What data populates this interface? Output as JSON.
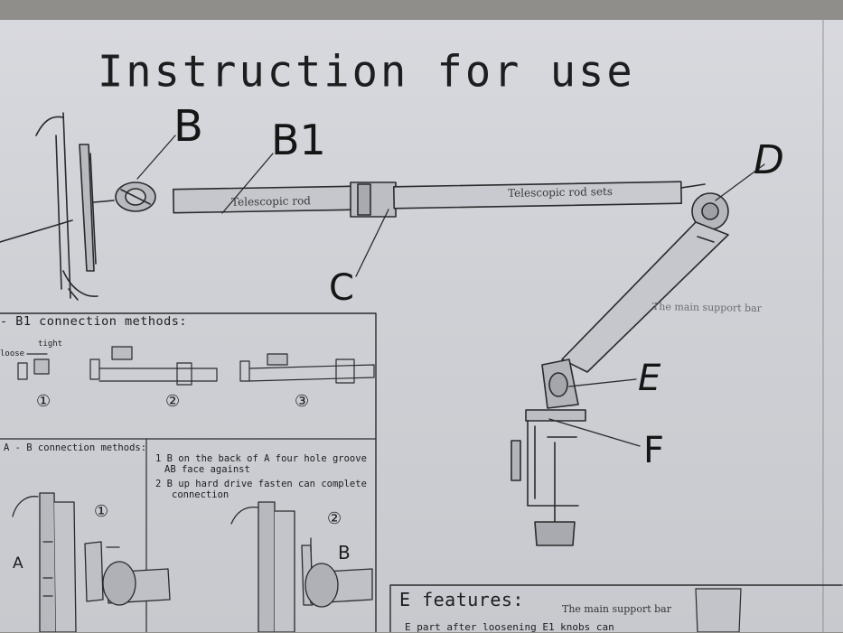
{
  "title": "Instruction for use",
  "labels": {
    "b": "B",
    "b1": "B1",
    "c": "C",
    "d": "D",
    "e": "E",
    "f": "F"
  },
  "rod_text": {
    "telescopic_rod": "Telescopic rod",
    "telescopic_rod_sets": "Telescopic rod sets",
    "main_support_bar_faint": "The main support bar"
  },
  "b1_section": {
    "heading": "- B1 connection methods:",
    "loose": "loose",
    "tight": "tight",
    "steps": [
      "①",
      "②",
      "③"
    ]
  },
  "ab_section": {
    "heading": "A - B connection methods:",
    "instruction_1a": "1 B on the back of A four hole groove",
    "instruction_1b": "AB face against",
    "instruction_2a": "2 B up hard drive fasten can complete",
    "instruction_2b": "connection",
    "label_a": "A",
    "label_b": "B",
    "step_1": "①",
    "step_2": "②"
  },
  "e_section": {
    "heading": "E features:",
    "main_support_bar": "The main support bar",
    "partial_text": "E part after loosening E1 knobs can"
  },
  "colors": {
    "paper": "#d4d5da",
    "ink": "#1d1d1f",
    "background": "#8f8e8a"
  }
}
